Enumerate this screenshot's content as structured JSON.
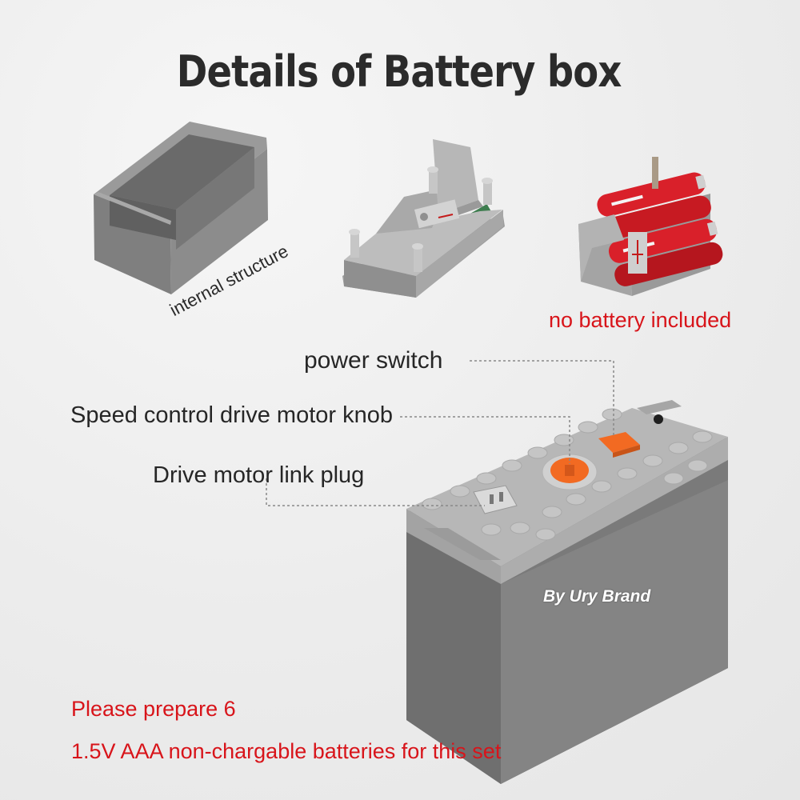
{
  "title": "Details of Battery box",
  "labels": {
    "internal_structure": "internal structure",
    "no_battery": "no battery included",
    "power_switch": "power switch",
    "speed_knob": "Speed control drive motor knob",
    "link_plug": "Drive motor link plug",
    "brand": "By Ury Brand",
    "note_line1": "Please prepare 6",
    "note_line2": "1.5V AAA non-chargable batteries for this set"
  },
  "colors": {
    "title": "#2b2b2b",
    "red_text": "#d8141a",
    "box_gray": "#7d7d7d",
    "lid_gray": "#b4b4b4",
    "switch_orange": "#f26a22",
    "battery_red": "#d9202a"
  }
}
